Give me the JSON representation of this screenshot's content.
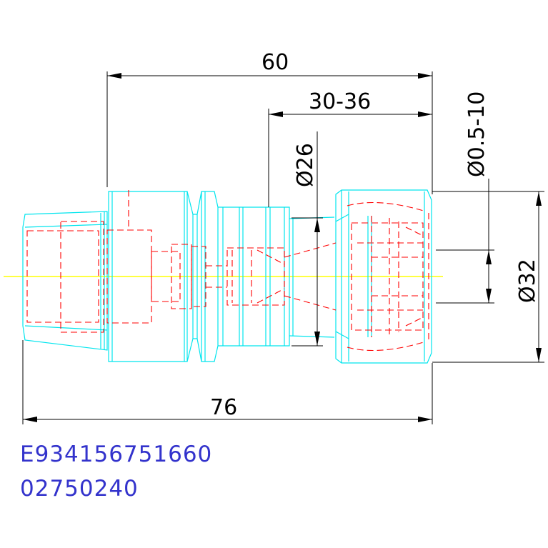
{
  "colors": {
    "outline": "#00e5ee",
    "hidden": "#ff0000",
    "dimension": "#000000",
    "centerline": "#ffff00",
    "code": "#3333cc"
  },
  "dimensions": {
    "overall_length": "60",
    "clamping_range": "30-36",
    "shank_diameter": "Ø26",
    "bore_range": "Ø0.5-10",
    "nut_diameter": "Ø32",
    "total_length": "76"
  },
  "part_codes": {
    "line1": "E934156751660",
    "line2": "02750240"
  }
}
